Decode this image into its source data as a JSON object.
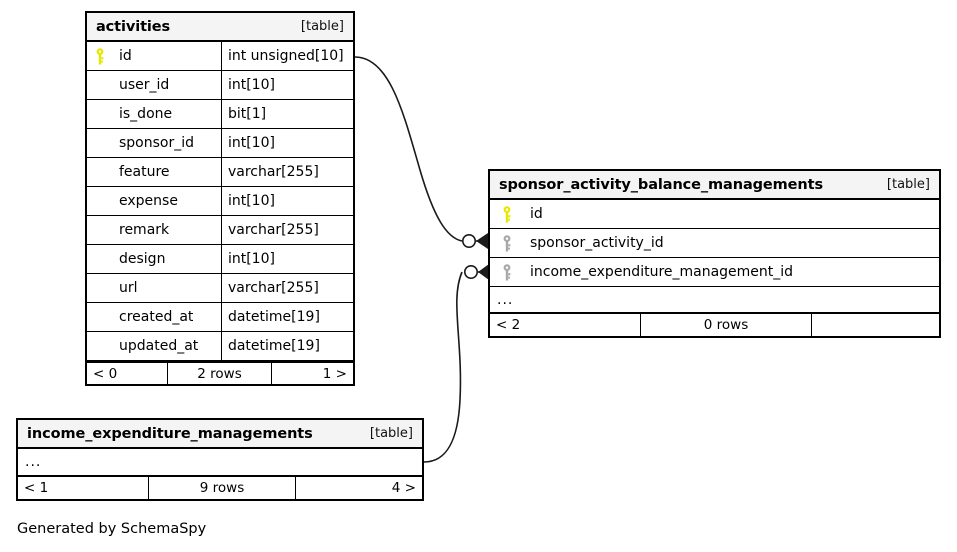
{
  "diagram": {
    "kind": "entity-relationship-diagram",
    "credit": "Generated by SchemaSpy",
    "colors": {
      "background": "#ffffff",
      "border": "#000000",
      "header_fill": "#f4f4f4",
      "primary_key_icon": "#e6e600",
      "foreign_key_icon": "#a8a8a8",
      "connector": "#1a1a1a"
    }
  },
  "tables": [
    {
      "id": "activities",
      "name": "activities",
      "tag": "[table]",
      "columns": [
        {
          "name": "id",
          "type": "int unsigned[10]",
          "key": "primary"
        },
        {
          "name": "user_id",
          "type": "int[10]",
          "key": "none"
        },
        {
          "name": "is_done",
          "type": "bit[1]",
          "key": "none"
        },
        {
          "name": "sponsor_id",
          "type": "int[10]",
          "key": "none"
        },
        {
          "name": "feature",
          "type": "varchar[255]",
          "key": "none"
        },
        {
          "name": "expense",
          "type": "int[10]",
          "key": "none"
        },
        {
          "name": "remark",
          "type": "varchar[255]",
          "key": "none"
        },
        {
          "name": "design",
          "type": "int[10]",
          "key": "none"
        },
        {
          "name": "url",
          "type": "varchar[255]",
          "key": "none"
        },
        {
          "name": "created_at",
          "type": "datetime[19]",
          "key": "none"
        },
        {
          "name": "updated_at",
          "type": "datetime[19]",
          "key": "none"
        }
      ],
      "footer": {
        "left": "< 0",
        "middle": "2 rows",
        "right": "1 >"
      }
    },
    {
      "id": "sponsor_activity_balance_managements",
      "name": "sponsor_activity_balance_managements",
      "tag": "[table]",
      "columns": [
        {
          "name": "id",
          "type": "",
          "key": "primary"
        },
        {
          "name": "sponsor_activity_id",
          "type": "",
          "key": "foreign"
        },
        {
          "name": "income_expenditure_management_id",
          "type": "",
          "key": "foreign"
        }
      ],
      "ellipsis": "...",
      "footer": {
        "left": "< 2",
        "middle": "0 rows",
        "right": ""
      }
    },
    {
      "id": "income_expenditure_managements",
      "name": "income_expenditure_managements",
      "tag": "[table]",
      "columns": [],
      "ellipsis": "...",
      "footer": {
        "left": "< 1",
        "middle": "9 rows",
        "right": "4 >"
      }
    }
  ],
  "relationships": [
    {
      "from_table": "activities",
      "from_column": "id",
      "to_table": "sponsor_activity_balance_managements",
      "to_column": "sponsor_activity_id",
      "from_cardinality": "one",
      "to_cardinality": "zero-or-many"
    },
    {
      "from_table": "income_expenditure_managements",
      "from_column": "...",
      "to_table": "sponsor_activity_balance_managements",
      "to_column": "income_expenditure_management_id",
      "from_cardinality": "one",
      "to_cardinality": "zero-or-many"
    }
  ]
}
